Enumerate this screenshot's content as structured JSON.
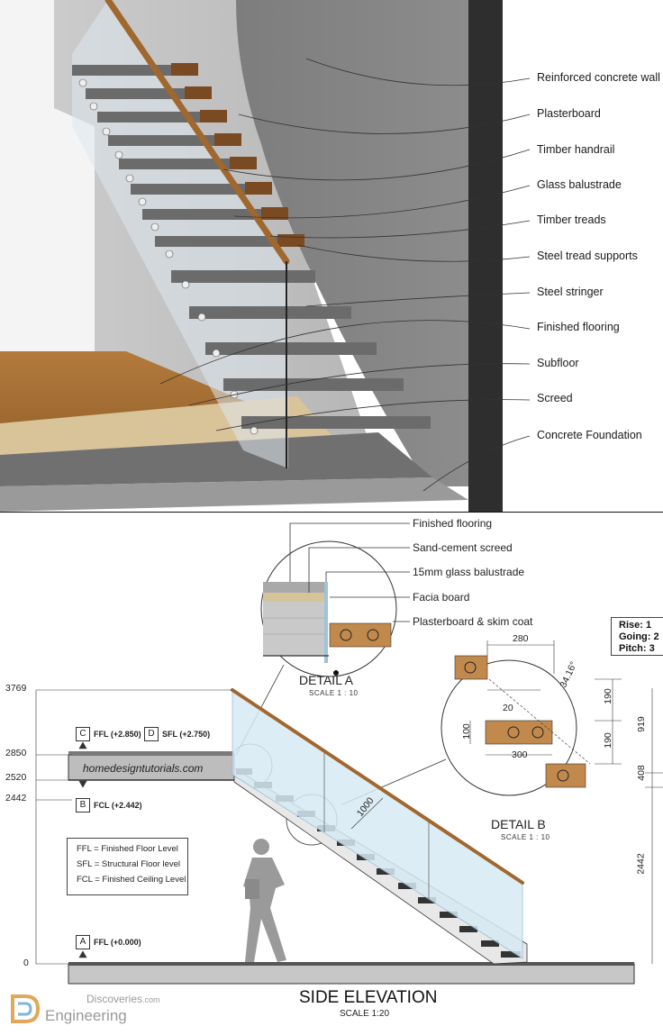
{
  "callouts": [
    "Reinforced concrete wall",
    "Plasterboard",
    "Timber handrail",
    "Glass balustrade",
    "Timber treads",
    "Steel tread supports",
    "Steel stringer",
    "Finished flooring",
    "Subfloor",
    "Screed",
    "Concrete Foundation"
  ],
  "detail_a": {
    "labels": [
      "Finished flooring",
      "Sand-cement screed",
      "15mm glass balustrade",
      "Facia board",
      "Plasterboard & skim coat"
    ],
    "title": "DETAIL A",
    "scale": "SCALE 1 : 10"
  },
  "detail_b": {
    "title": "DETAIL B",
    "scale": "SCALE 1 : 10",
    "dims": {
      "going": "280",
      "angle": "34.16°",
      "rise_a": "190",
      "rise_b": "190",
      "gap": "20",
      "thickness": "100",
      "tread": "300"
    }
  },
  "spec": {
    "rise": "Rise:",
    "going": "Going:",
    "pitch": "Pitch:",
    "rise_value": "1",
    "going_value": "2",
    "pitch_value": "3"
  },
  "levels": {
    "left": [
      "3769",
      "2850",
      "2520",
      "2442",
      "0"
    ],
    "right": [
      "919",
      "408",
      "2442"
    ],
    "markers": [
      {
        "letter": "C",
        "text": "FFL (+2.850)"
      },
      {
        "letter": "D",
        "text": "SFL (+2.750)"
      },
      {
        "letter": "B",
        "text": "FCL (+2.442)"
      },
      {
        "letter": "A",
        "text": "FFL (+0.000)"
      }
    ],
    "handrail_height": "1000"
  },
  "legend": [
    "FFL = Finished Floor Level",
    "SFL = Structural Floor level",
    "FCL = Finished Ceiling Level"
  ],
  "elevation": {
    "title": "SIDE ELEVATION",
    "scale": "SCALE 1:20"
  },
  "watermark": "homedesigntutorials.com",
  "branding": {
    "line1": "Discoveries",
    "line1_suffix": ".com",
    "line2": "Engineering"
  },
  "colors": {
    "timber": "#8b5a2b",
    "concrete": "#8e8e8e",
    "glass": "#cfe3ef",
    "floor": "#a9783f"
  }
}
